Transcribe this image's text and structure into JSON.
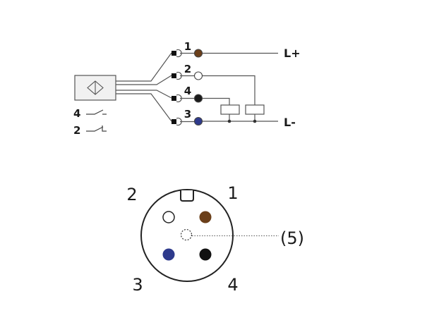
{
  "wiring": {
    "pins": [
      {
        "num": "1",
        "color": "#6b3f1a",
        "filled": true
      },
      {
        "num": "2",
        "color": "#ffffff",
        "filled": false
      },
      {
        "num": "4",
        "color": "#1a1a1a",
        "filled": true
      },
      {
        "num": "3",
        "color": "#2e3a8c",
        "filled": true
      }
    ],
    "supply_plus": "L+",
    "supply_minus": "L-",
    "switch_no_label": "4",
    "switch_nc_label": "2"
  },
  "connector": {
    "pin_labels": {
      "p1": "1",
      "p2": "2",
      "p3": "3",
      "p4": "4"
    },
    "pin5_label": "(5)",
    "colors": {
      "brown": "#6b3f1a",
      "white": "#ffffff",
      "black": "#111111",
      "blue": "#2e3a8c"
    }
  }
}
